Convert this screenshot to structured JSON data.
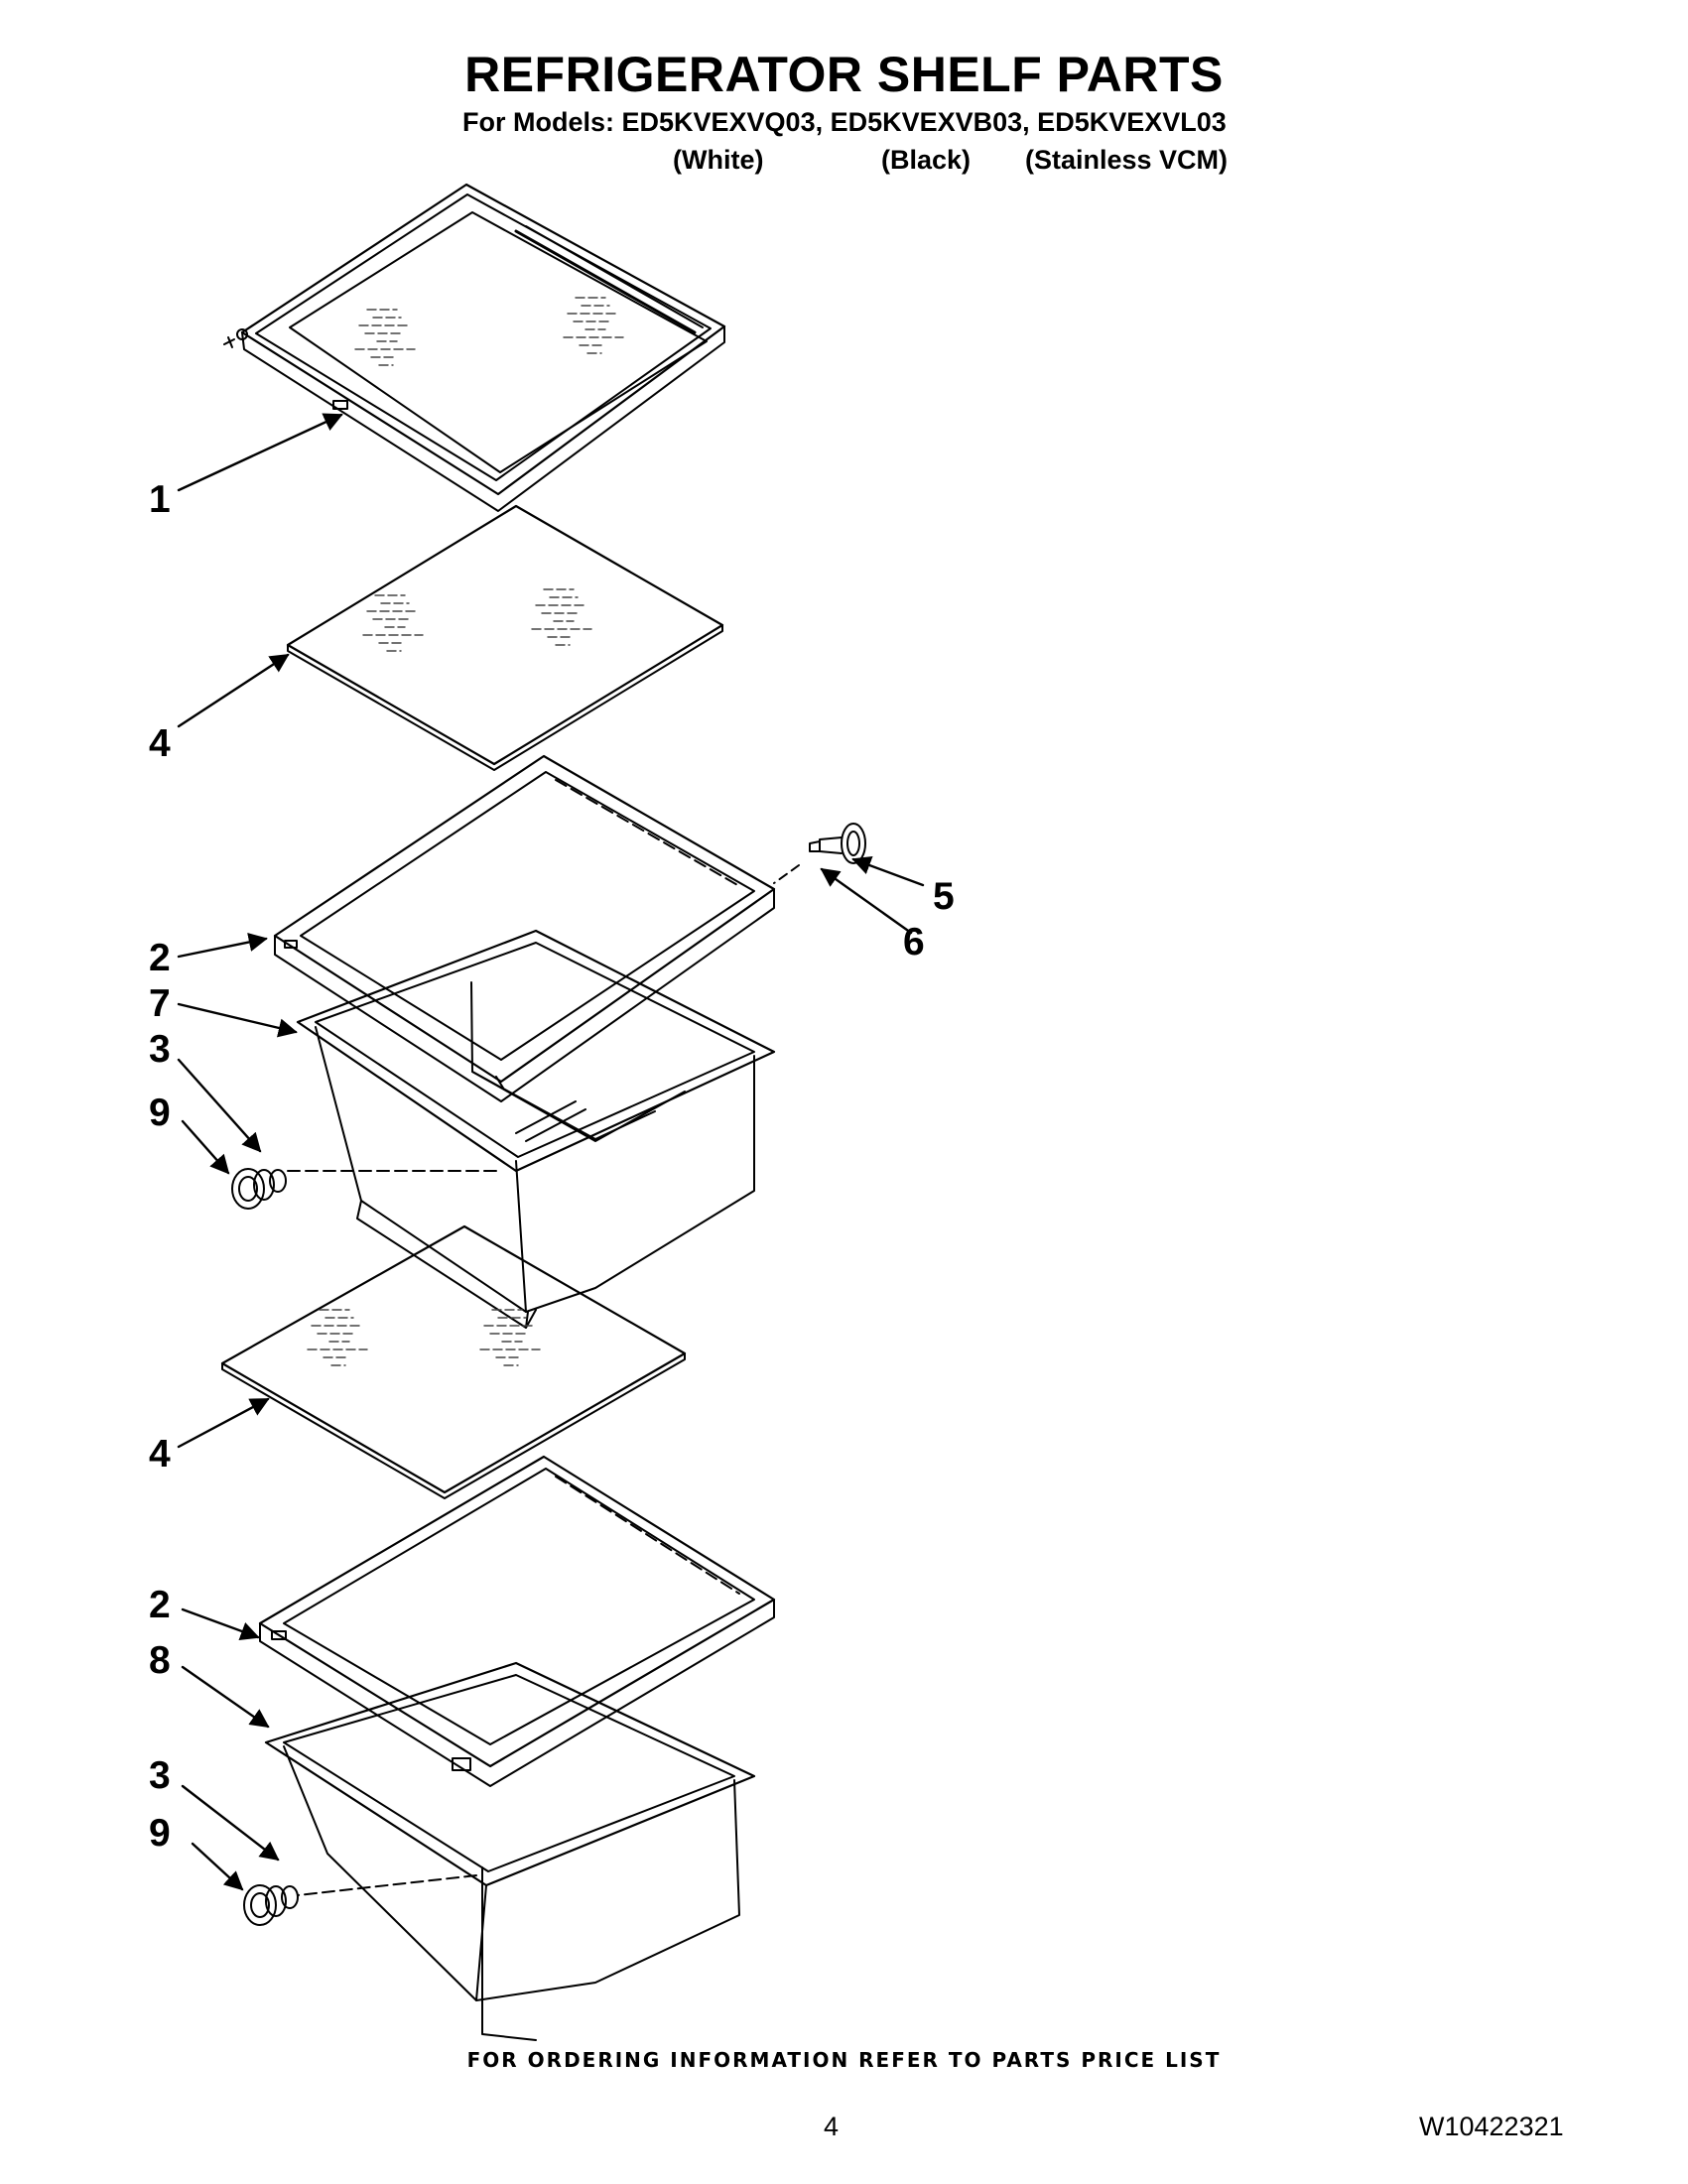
{
  "header": {
    "title": "REFRIGERATOR SHELF PARTS",
    "models_line": "For Models: ED5KVEXVQ03, ED5KVEXVB03, ED5KVEXVL03",
    "colors": [
      "(White)",
      "(Black)",
      "(Stainless VCM)"
    ]
  },
  "callouts": [
    "1",
    "4",
    "5",
    "6",
    "2",
    "7",
    "3",
    "9",
    "4",
    "2",
    "8",
    "3",
    "9"
  ],
  "footer": {
    "ordering_note": "FOR ORDERING INFORMATION REFER TO PARTS PRICE LIST",
    "page_number": "4",
    "document_number": "W10422321"
  }
}
